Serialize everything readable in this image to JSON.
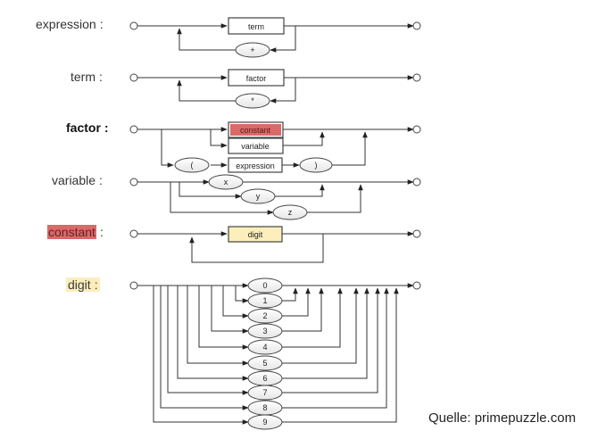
{
  "rules": {
    "expression": {
      "name": "expression",
      "colon": ":"
    },
    "term": {
      "name": "term",
      "colon": ":"
    },
    "factor": {
      "name": "factor",
      "colon": ":"
    },
    "variable": {
      "name": "variable",
      "colon": ":"
    },
    "constant": {
      "name": "constant",
      "colon": ":"
    },
    "digit": {
      "name": "digit",
      "colon": ":"
    }
  },
  "boxes": {
    "expression_term": "term",
    "term_factor": "factor",
    "factor_constant": "constant",
    "factor_variable": "variable",
    "factor_expression": "expression",
    "constant_digit": "digit"
  },
  "ovals": {
    "plus": "+",
    "times": "*",
    "lparen": "(",
    "rparen": ")",
    "x": "x",
    "y": "y",
    "z": "z",
    "digits": [
      "0",
      "1",
      "2",
      "3",
      "4",
      "5",
      "6",
      "7",
      "8",
      "9"
    ]
  },
  "colors": {
    "constant_highlight": "#d96a6a",
    "digit_highlight": "#fbeebb"
  },
  "source": "Quelle: primepuzzle.com"
}
